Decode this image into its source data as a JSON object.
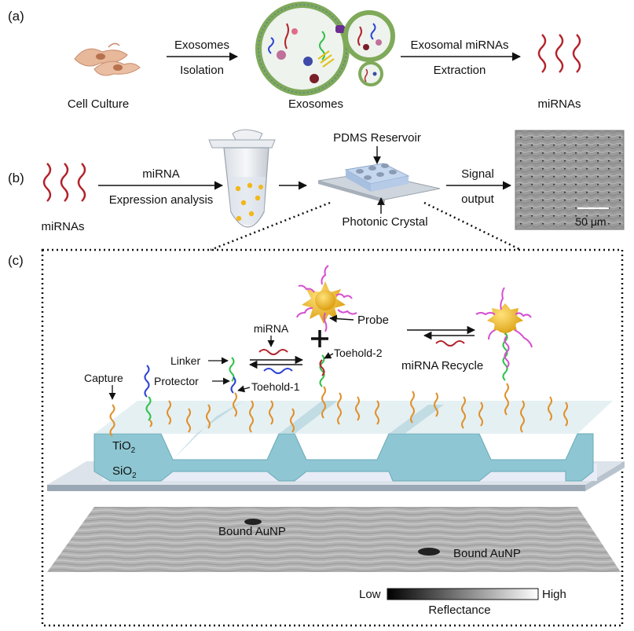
{
  "colors": {
    "mirna": "#b3232b",
    "capture": "#e0902a",
    "probe": "#d64fd0",
    "linker_green": "#2fc14a",
    "protector_blue": "#2b43d1",
    "tio2": "#8ec7d3",
    "sio2": "#e6ecf6",
    "aunp": "#f2b81a"
  },
  "panel_a": {
    "label": "(a)",
    "cell_culture": "Cell Culture",
    "step1_top": "Exosomes",
    "step1_bottom": "Isolation",
    "exosomes": "Exosomes",
    "step2_top": "Exosomal miRNAs",
    "step2_bottom": "Extraction",
    "mirnas": "miRNAs"
  },
  "panel_b": {
    "label": "(b)",
    "mirnas": "miRNAs",
    "step_top": "miRNA",
    "step_bottom": "Expression analysis",
    "pdms": "PDMS Reservoir",
    "photonic_crystal": "Photonic Crystal",
    "signal_top": "Signal",
    "signal_bottom": "output",
    "scale_bar": "50 μm"
  },
  "panel_c": {
    "label": "(c)",
    "mirna": "miRNA",
    "probe": "Probe",
    "linker": "Linker",
    "protector": "Protector",
    "capture": "Capture",
    "toehold1": "Toehold-1",
    "toehold2": "Toehold-2",
    "mirna_recycle": "miRNA Recycle",
    "tio2": "TiO",
    "tio2_sub": "2",
    "sio2": "SiO",
    "sio2_sub": "2",
    "bound1": "Bound AuNP",
    "bound2": "Bound AuNP",
    "low": "Low",
    "high": "High",
    "reflectance": "Reflectance"
  }
}
